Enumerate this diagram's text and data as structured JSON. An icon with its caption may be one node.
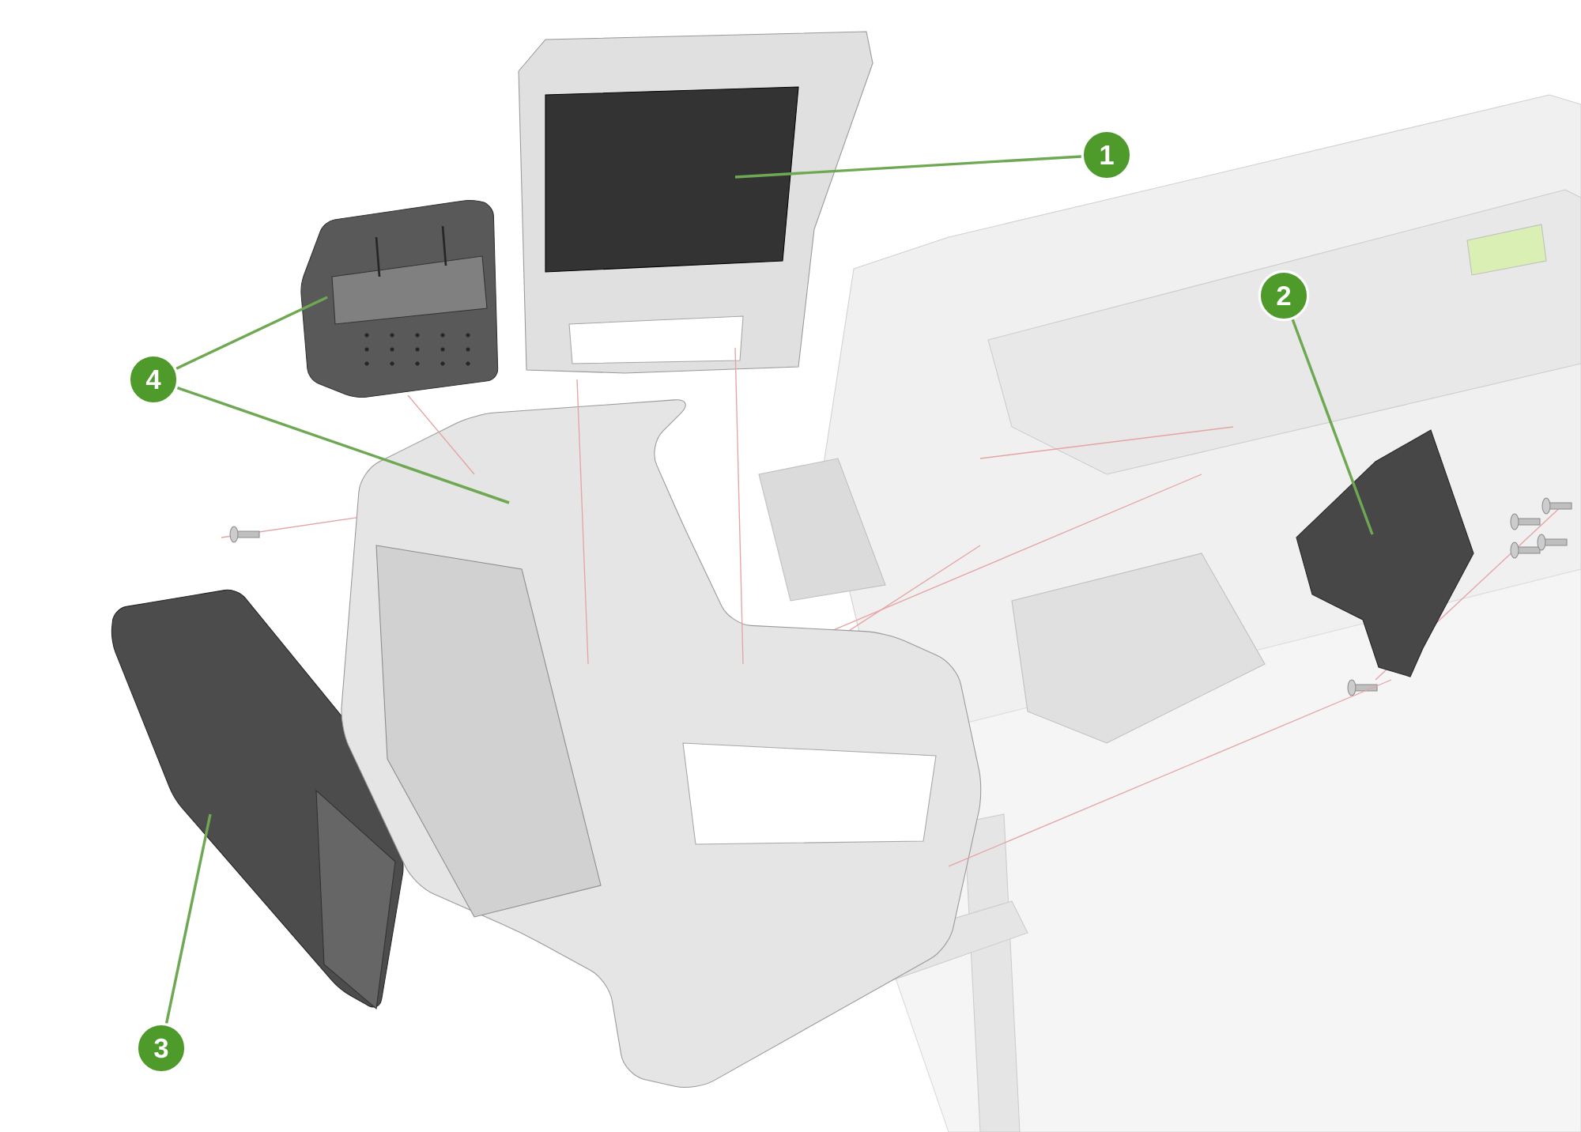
{
  "diagram": {
    "nodes": [
      {
        "text": [
          "1"
        ]
      },
      {
        "text": [
          "2"
        ]
      },
      {
        "text": [
          "3"
        ]
      },
      {
        "text": [
          "4"
        ]
      },
      {
        "text": [],
        "shape": "picture"
      },
      {
        "text": [],
        "shape": "picture"
      },
      {
        "text": [],
        "shape": "picture"
      },
      {
        "text": [],
        "shape": "picture"
      },
      {
        "text": [],
        "shape": "picture"
      }
    ],
    "edges": [
      {
        "from": 0,
        "to": 4,
        "arrow": "none"
      },
      {
        "from": 1,
        "to": 5,
        "arrow": "none"
      },
      {
        "from": 2,
        "to": 6,
        "arrow": "none"
      },
      {
        "from": 3,
        "to": 7,
        "arrow": "none"
      },
      {
        "from": 3,
        "to": 8,
        "arrow": "none"
      },
      {
        "from": 4,
        "to": 8,
        "arrow": "none",
        "color": "#e6a3a3"
      },
      {
        "from": 4,
        "to": 8,
        "arrow": "none",
        "color": "#e6a3a3"
      },
      {
        "from": 7,
        "to": 8,
        "arrow": "none",
        "color": "#e6a3a3"
      },
      {
        "from": 8,
        "to": 5,
        "arrow": "none",
        "color": "#e6a3a3"
      }
    ]
  }
}
